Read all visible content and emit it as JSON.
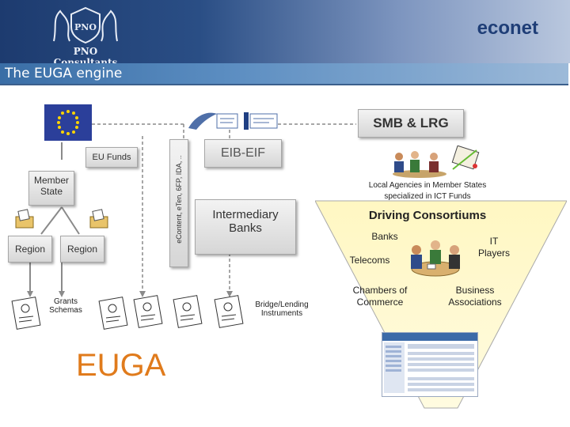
{
  "header": {
    "logo_text": "PNO Consultants",
    "logo_badge": "PNO",
    "brand": "econet"
  },
  "slide": {
    "title": "The EUGA engine"
  },
  "diagram": {
    "eu_funds": "EU Funds",
    "member_state": "Member State",
    "region_left": "Region",
    "region_right": "Region",
    "grants_schemas": "Grants Schemas",
    "vertical_label": "eContent, eTen, 6FP, IDA, ..",
    "eib_eif": "EIB-EIF",
    "intermediary_banks": "Intermediary Banks",
    "bridge_lending": "Bridge/Lending Instruments",
    "smb_lrg": "SMB & LRG",
    "local_agencies": "Local Agencies in Member States specialized in ICT Funds",
    "driving_consortiums": "Driving Consortiums",
    "banks": "Banks",
    "it_players": "IT Players",
    "telecoms": "Telecoms",
    "chambers": "Chambers of Commerce",
    "business_assoc": "Business Associations",
    "euga": "EUGA"
  },
  "colors": {
    "header_dark": "#1d3b6f",
    "accent_orange": "#e07b1c",
    "funnel_fill": "#fff8cc"
  }
}
